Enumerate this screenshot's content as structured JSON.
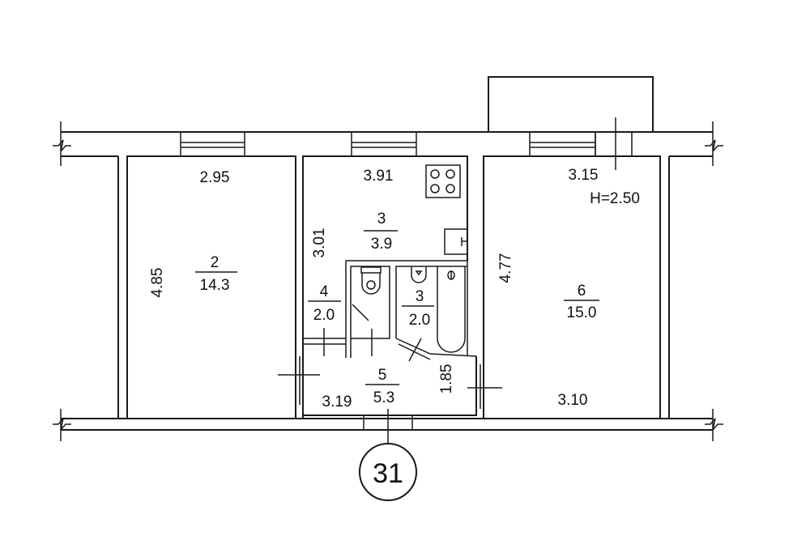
{
  "plan": {
    "height_label": "H=2.50",
    "axis_marker": "31",
    "colors": {
      "line": "#1a1a1a",
      "background": "#ffffff"
    },
    "rooms": [
      {
        "id": "room-2",
        "number": "2",
        "area": "14.3",
        "width": "2.95",
        "length": "4.85"
      },
      {
        "id": "kitchen",
        "number": "3",
        "area": "3.9",
        "width": "3.91",
        "length": "3.01"
      },
      {
        "id": "toilet",
        "number": "4",
        "area": "2.0"
      },
      {
        "id": "bathroom",
        "number": "3",
        "area": "2.0"
      },
      {
        "id": "hall",
        "number": "5",
        "area": "5.3",
        "width": "3.19",
        "length": "1.85"
      },
      {
        "id": "room-6",
        "number": "6",
        "area": "15.0",
        "width": "3.15",
        "length": "4.77",
        "width2": "3.10"
      }
    ]
  }
}
